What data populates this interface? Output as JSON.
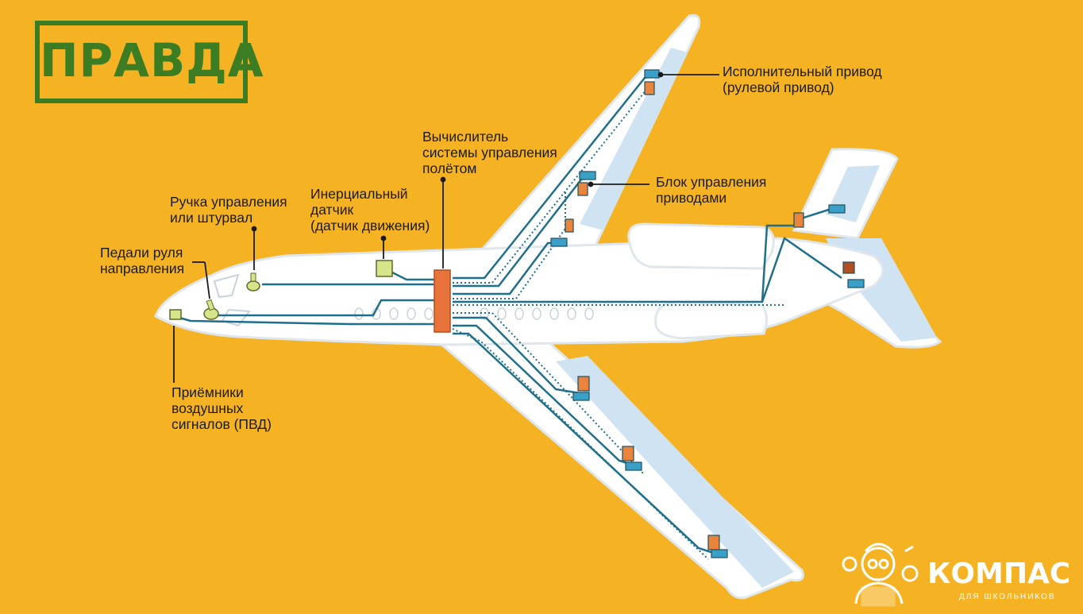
{
  "stamp": {
    "text": "ПРАВДА"
  },
  "labels": {
    "actuator": [
      "Исполнительный привод",
      "(рулевой привод)"
    ],
    "computer": [
      "Вычислитель",
      "системы управления",
      "полётом"
    ],
    "control_unit": [
      "Блок управления",
      "приводами"
    ],
    "inertial": [
      "Инерциальный",
      "датчик",
      "(датчик движения)"
    ],
    "yoke": [
      "Ручка управления",
      "или штурвал"
    ],
    "pedals": [
      "Педали руля",
      "направления"
    ],
    "pvd": [
      "Приёмники",
      "воздушных",
      "сигналов (ПВД)"
    ]
  },
  "brand": {
    "name": "КОМПАС",
    "subtitle": "ДЛЯ ШКОЛЬНИКОВ"
  },
  "colors": {
    "background": "#f5b323",
    "aircraft": "#ffffff",
    "aircraft_outline": "#dfe6ec",
    "control_surface": "#cfe3f2",
    "wire": "#1f6f8b",
    "computer": "#e8743b",
    "stamp": "#3c7d24",
    "actuator": "#3aa0c8",
    "sensor": "#d8e48a"
  }
}
